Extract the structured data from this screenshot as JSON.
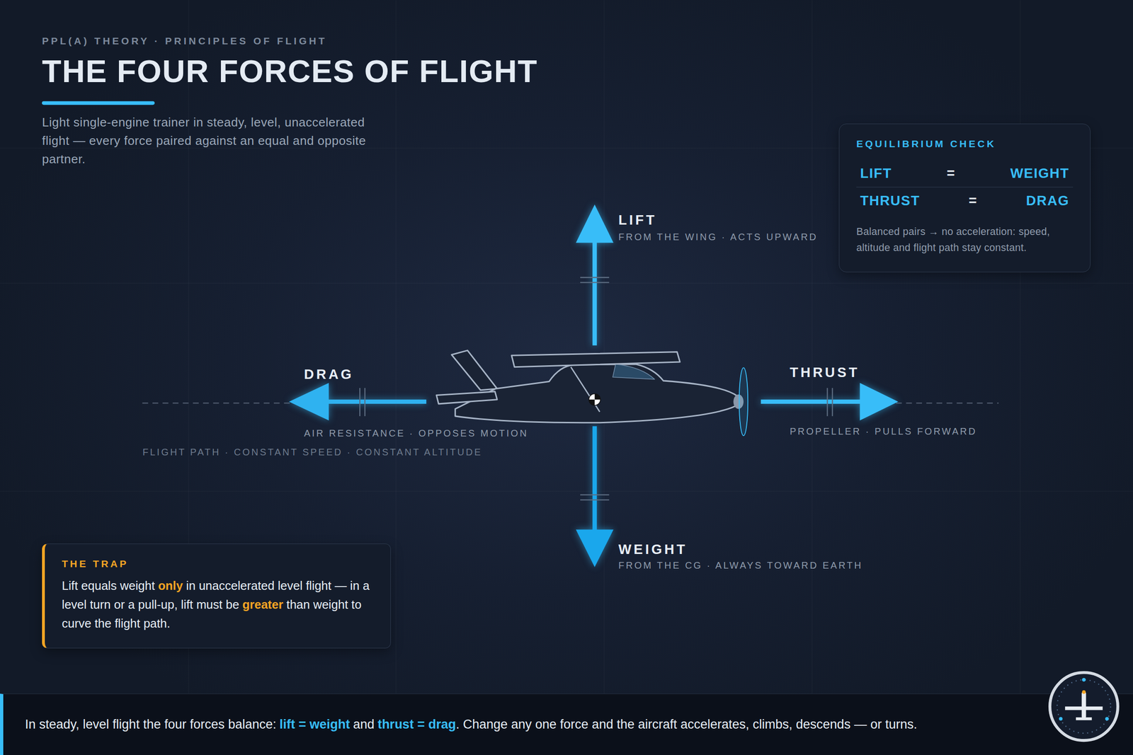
{
  "diagram": {
    "title": "THE FOUR FORCES OF FLIGHT",
    "nodes": [
      {
        "text": [
          "EQUILIBRIUM CHECK",
          "LIFT",
          "=",
          "WEIGHT",
          "THRUST",
          "=",
          "DRAG",
          "Balanced pairs → no acceleration: speed, altitude and flight path stay constant."
        ]
      },
      {
        "text": [
          "THE TRAP",
          "Lift equals weight",
          "only",
          "in unaccelerated level flight — in a level turn or a pull-up, lift must be",
          "greater",
          "than weight to curve the flight path."
        ]
      },
      {
        "text": [
          "In steady, level flight the four forces balance:",
          "lift = weight",
          "and",
          "thrust = drag",
          ". Change any one force and the aircraft accelerates, climbs, descends — or turns."
        ]
      }
    ],
    "labels": [
      "PPL(A) THEORY · PRINCIPLES OF FLIGHT",
      "Light single-engine trainer in steady, level, unaccelerated flight — every force paired against an equal and opposite partner.",
      "LIFT",
      "FROM THE WING · ACTS UPWARD",
      "DRAG",
      "AIR RESISTANCE · OPPOSES MOTION",
      "THRUST",
      "PROPELLER · PULLS FORWARD",
      "WEIGHT",
      "FROM THE CG · ALWAYS TOWARD EARTH",
      "FLIGHT PATH · CONSTANT SPEED · CONSTANT ALTITUDE"
    ]
  }
}
